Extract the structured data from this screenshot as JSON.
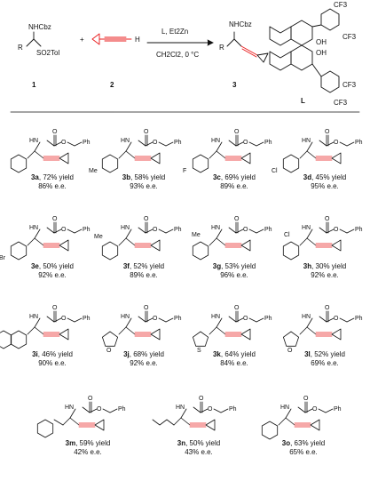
{
  "reaction": {
    "reagent1": {
      "label": "1",
      "nhcbz": "NHCbz",
      "r": "R",
      "so2tol": "SO2Tol"
    },
    "reagent2": {
      "label": "2",
      "h": "H"
    },
    "plus": "+",
    "conditions_top": "L, Et2Zn",
    "conditions_bottom": "CH2Cl2, 0 °C",
    "product": {
      "label": "3",
      "nhcbz": "NHCbz",
      "r": "R"
    },
    "ligand": {
      "label": "L",
      "cf3": "CF3",
      "oh": "OH"
    }
  },
  "substituent_labels": {
    "hn": "HN",
    "o": "O",
    "ph": "Ph",
    "me": "Me",
    "f": "F",
    "cl": "Cl",
    "br": "Br",
    "s": "S"
  },
  "products": [
    {
      "id": "3a",
      "yield": "72% yield",
      "ee": "86% e.e."
    },
    {
      "id": "3b",
      "yield": "58% yield",
      "ee": "93% e.e."
    },
    {
      "id": "3c",
      "yield": "69% yield",
      "ee": "89% e.e."
    },
    {
      "id": "3d",
      "yield": "45% yield",
      "ee": "95% e.e."
    },
    {
      "id": "3e",
      "yield": "50% yield",
      "ee": "92% e.e."
    },
    {
      "id": "3f",
      "yield": "52% yield",
      "ee": "89% e.e."
    },
    {
      "id": "3g",
      "yield": "53% yield",
      "ee": "96% e.e."
    },
    {
      "id": "3h",
      "yield": "30% yield",
      "ee": "92% e.e."
    },
    {
      "id": "3i",
      "yield": "46% yield",
      "ee": "90% e.e."
    },
    {
      "id": "3j",
      "yield": "68% yield",
      "ee": "92% e.e."
    },
    {
      "id": "3k",
      "yield": "64% yield",
      "ee": "84% e.e."
    },
    {
      "id": "3l",
      "yield": "52% yield",
      "ee": "69% e.e."
    },
    {
      "id": "3m",
      "yield": "59% yield",
      "ee": "42% e.e."
    },
    {
      "id": "3n",
      "yield": "50% yield",
      "ee": "43% e.e."
    },
    {
      "id": "3o",
      "yield": "63% yield",
      "ee": "65% e.e."
    }
  ],
  "colors": {
    "alkyne_highlight": "#e8191a",
    "ink": "#111111"
  }
}
